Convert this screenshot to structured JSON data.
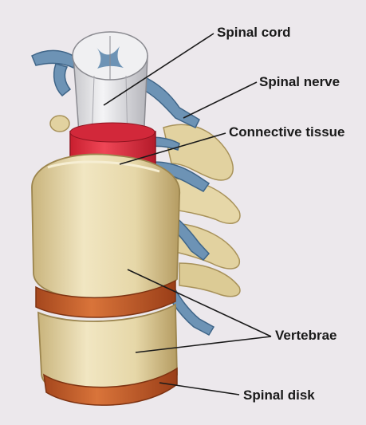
{
  "labels": {
    "spinal_cord": "Spinal cord",
    "spinal_nerve": "Spinal nerve",
    "connective_tissue": "Connective tissue",
    "vertebrae": "Vertebrae",
    "spinal_disk": "Spinal disk"
  },
  "colors": {
    "background": "#ece8ec",
    "bone": "#e6d7a8",
    "bone_shadow": "#c9b47c",
    "disk": "#c9652e",
    "connective_tissue": "#e2303f",
    "nerve": "#6d93b5",
    "spinal_cord": "#e8e8ea",
    "leader_line": "#1a1a1a"
  },
  "icons": [
    "spine-illustration"
  ]
}
